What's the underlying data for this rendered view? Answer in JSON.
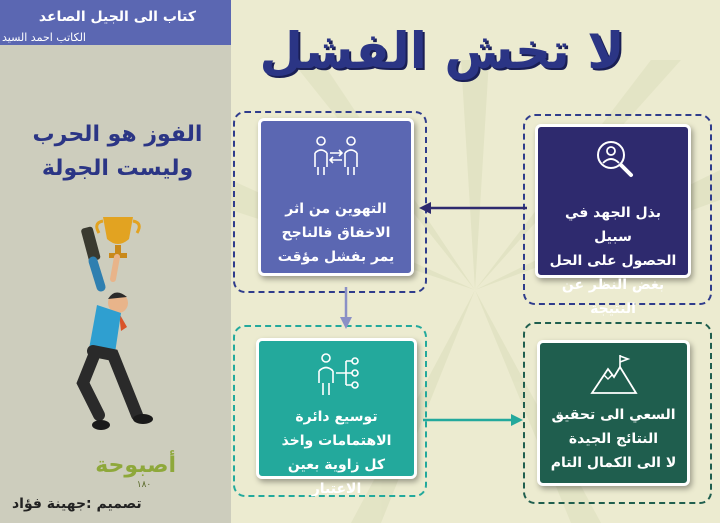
{
  "header": {
    "book_title": "كتاب الى الجيل الصاعد",
    "author": "الكاتب احمد السيد",
    "main_title": "لا تخش الفشل"
  },
  "quote": {
    "line1": "الفوز هو الحرب",
    "line2": "وليست الجولة"
  },
  "cards": {
    "effort": {
      "line1": "بذل الجهد في سبيل",
      "line2": "الحصول على الحل",
      "line3": "بغض النظر عن النتيجة",
      "icon": "search-person-icon",
      "color": "#2e2a6e"
    },
    "downplay": {
      "line1": "التهوين من اثر",
      "line2": "الاخفاق فالناجح",
      "line3": "يمر بفشل مؤقت",
      "icon": "exchange-people-icon",
      "color": "#5b67b2"
    },
    "interests": {
      "line1": "توسيع دائرة",
      "line2": "الاهتمامات واخذ",
      "line3": "كل زاوية بعين الاعتبار",
      "icon": "network-person-icon",
      "color": "#23a99c"
    },
    "results": {
      "line1": "السعي الى تحقيق",
      "line2": "النتائج الجيدة",
      "line3": "لا الى الكمال التام",
      "icon": "mountain-flag-icon",
      "color": "#1f5e4e"
    }
  },
  "footer": {
    "credit": "تصميم :جهينة فؤاد",
    "logo_text": "أصبوحة",
    "logo_number": "١٨٠"
  },
  "colors": {
    "navy": "#2b3585",
    "band": "#5b67b2",
    "background": "#ecebd0",
    "left_panel": "#cdcdbd"
  }
}
